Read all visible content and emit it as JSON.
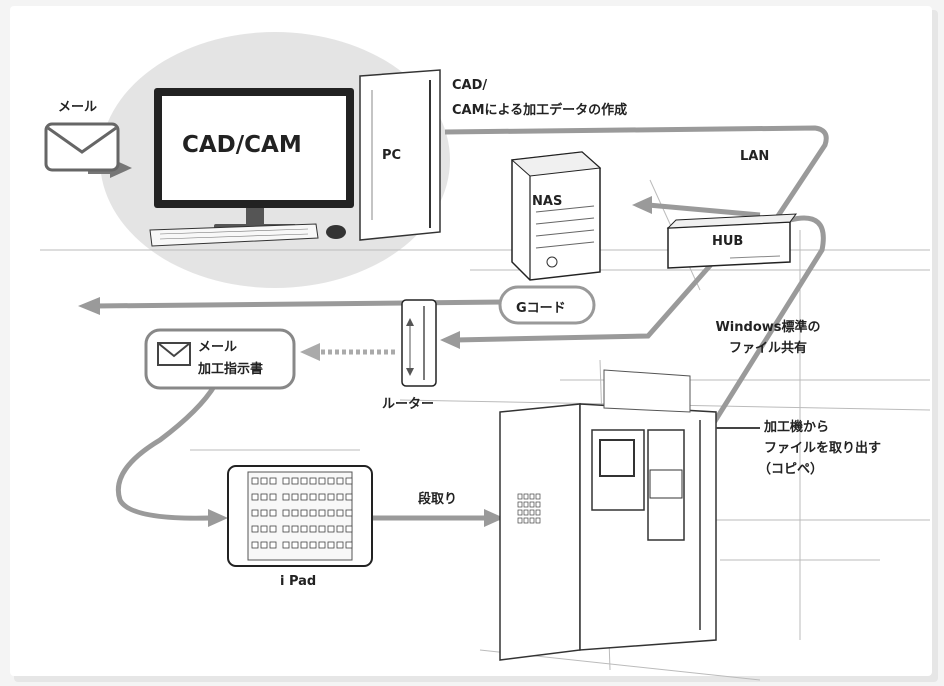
{
  "colors": {
    "background": "#f4f4f4",
    "card": "#ffffff",
    "arrow": "#9a9a9a",
    "highlight_bubble": "#e2e2e2",
    "line": "#444444"
  },
  "labels": {
    "email_top": "メール",
    "cad_cam": "CAD/CAM",
    "pc": "PC",
    "cad_note_line1": "CAD/",
    "cad_note_line2": "CAMによる加工データの作成",
    "lan": "LAN",
    "nas": "NAS",
    "hub": "HUB",
    "gcode": "Gコード",
    "windows_share_line1": "Windows標準の",
    "windows_share_line2": "ファイル共有",
    "email_box_line1": "メール",
    "email_box_line2": "加工指示書",
    "router": "ルーター",
    "machine_note_line1": "加工機から",
    "machine_note_line2": "ファイルを取り出す",
    "machine_note_line3": "（コピペ）",
    "setup": "段取り",
    "ipad": "i Pad"
  },
  "icons": {
    "email_top": "envelope-icon",
    "email_box": "envelope-icon",
    "flow": "arrow-icon"
  }
}
